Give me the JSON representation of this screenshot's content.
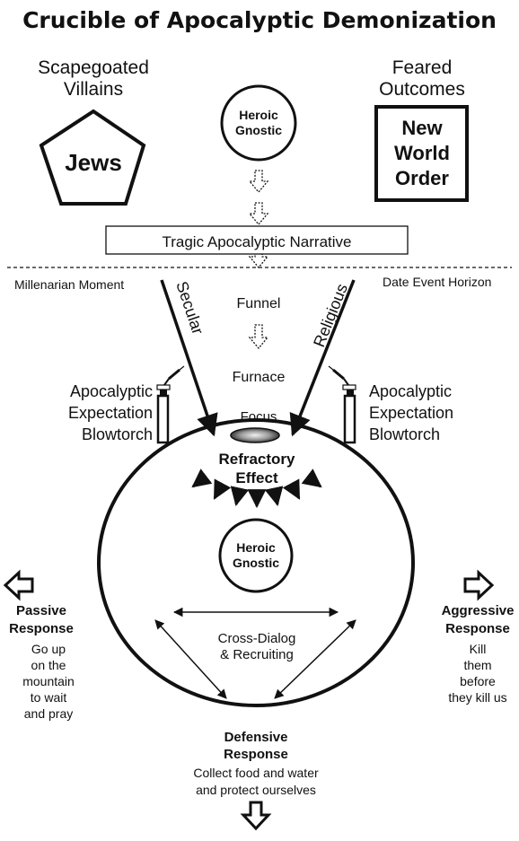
{
  "title": "Crucible of Apocalyptic Demonization",
  "villains": {
    "heading": [
      "Scapegoated",
      "Villains"
    ],
    "label": "Jews"
  },
  "outcomes": {
    "heading": [
      "Feared",
      "Outcomes"
    ],
    "label": [
      "New",
      "World",
      "Order"
    ]
  },
  "hero_top": [
    "Heroic",
    "Gnostic"
  ],
  "narrative": "Tragic Apocalyptic Narrative",
  "millenarian": "Millenarian Moment",
  "date_horizon": "Date Event Horizon",
  "secular": "Secular",
  "religious": "Religious",
  "funnel": "Funnel",
  "furnace": "Furnace",
  "focus": "Focus",
  "blowtorch": [
    "Apocalyptic",
    "Expectation",
    "Blowtorch"
  ],
  "refractory": [
    "Refractory",
    "Effect"
  ],
  "hero_inner": [
    "Heroic",
    "Gnostic"
  ],
  "cross_dialog": [
    "Cross-Dialog",
    "& Recruiting"
  ],
  "passive": {
    "heading": [
      "Passive",
      "Response"
    ],
    "body": [
      "Go up",
      "on the",
      "mountain",
      "to wait",
      "and pray"
    ]
  },
  "aggressive": {
    "heading": [
      "Aggressive",
      "Response"
    ],
    "body": [
      "Kill",
      "them",
      "before",
      "they kill us"
    ]
  },
  "defensive": {
    "heading": [
      "Defensive",
      "Response"
    ],
    "body": [
      "Collect food and water",
      "and protect ourselves"
    ]
  }
}
